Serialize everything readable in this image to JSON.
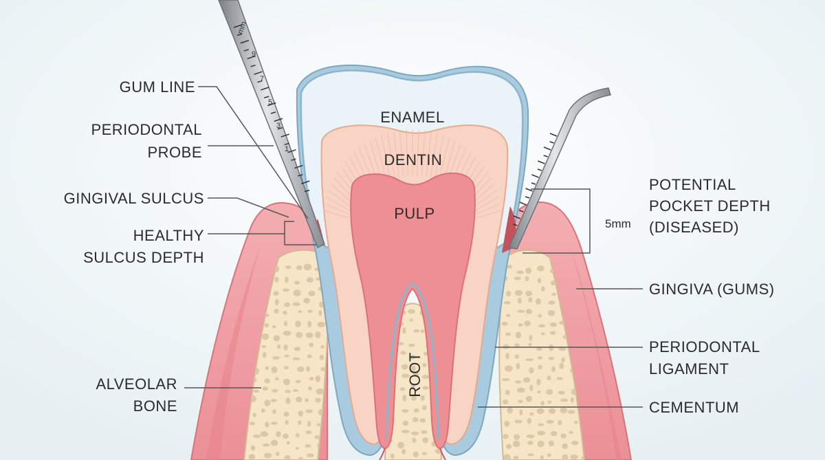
{
  "colors": {
    "background": "#f4f8f8",
    "gum": "#ee9aa0",
    "gum_dark": "#d9737b",
    "bone": "#f6e5c6",
    "bone_pores": "#dcc8a6",
    "enamel": "#e9f3f8",
    "enamel_outline": "#8fb4c9",
    "dentin": "#f8d4c4",
    "pulp": "#ee8f94",
    "cementum_ligament": "#a9cbe0",
    "probe_metal": "#a9adb2"
  },
  "labels": {
    "enamel": "ENAMEL",
    "dentin": "DENTIN",
    "pulp": "PULP",
    "root": "ROOT",
    "gum_line": "GUM LINE",
    "periodontal_probe_1": "PERIODONTAL",
    "periodontal_probe_2": "PROBE",
    "gingival_sulcus": "GINGIVAL SULCUS",
    "healthy_sulcus_1": "HEALTHY",
    "healthy_sulcus_2": "SULCUS DEPTH",
    "alveolar_bone_1": "ALVEOLAR",
    "alveolar_bone_2": "BONE",
    "pocket_depth_1": "POTENTIAL",
    "pocket_depth_2": "POCKET DEPTH",
    "pocket_depth_3": "(DISEASED)",
    "pocket_measure": "5mm",
    "gingiva": "GINGIVA (GUMS)",
    "periodontal_ligament_1": "PERIODONTAL",
    "periodontal_ligament_2": "LIGAMENT",
    "cementum": "CEMENTUM"
  },
  "probe": {
    "unit_label": "mm",
    "scale_numbers": [
      "9",
      "7",
      "5",
      "3",
      "1"
    ]
  },
  "icons": {
    "left_probe": "periodontal-probe-icon",
    "right_probe": "periodontal-probe-icon"
  }
}
